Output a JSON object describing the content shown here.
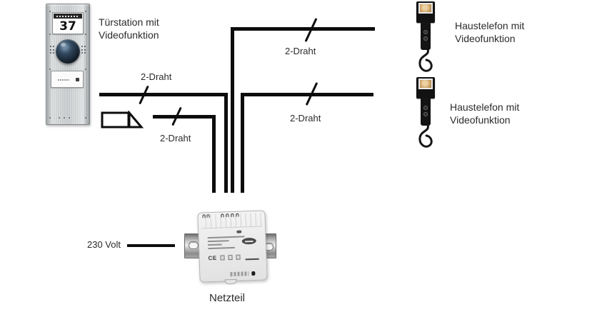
{
  "door_station": {
    "label": [
      "Türstation mit",
      "Videofunktion"
    ],
    "house_number": "37"
  },
  "handsets": [
    {
      "label": [
        "Haustelefon mit",
        "Videofunktion"
      ]
    },
    {
      "label": [
        "Haustelefon mit",
        "Videofunktion"
      ]
    }
  ],
  "wires": {
    "labels": [
      "2-Draht",
      "2-Draht",
      "2-Draht",
      "2-Draht"
    ]
  },
  "power_supply": {
    "voltage_label": "230 Volt",
    "name_label": "Netzteil",
    "cert_text": "CE"
  },
  "colors": {
    "wire": "#0d0d0d",
    "text": "#2b2b2b",
    "background": "#ffffff",
    "panel_metal": "#c3c7c9",
    "handset_body": "#141414",
    "din_rail": "#bdbdbd"
  }
}
